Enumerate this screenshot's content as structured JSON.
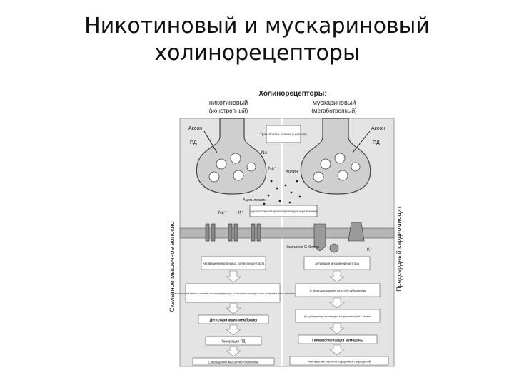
{
  "slide": {
    "title_line1": "Никотиновый и мускариновый",
    "title_line2": "холинорецепторы"
  },
  "diagram": {
    "header": "Холинорецепторы:",
    "left": {
      "type": "никотиновый",
      "subtype": "(ионотропный)",
      "axon": "Аксон",
      "ap": "ПД",
      "side_label": "Скелетное мышечное волокно",
      "na": "Na⁺",
      "k": "K⁺",
      "box_activation": "Активация никотиновых холинорецепторов",
      "box_open": "Через открытый канал в составе н-холинорецептора в постсинаптическую часть поступают ионы катионов",
      "box_depol": "Деполяризация мембраны",
      "box_ap": "Генерация ПД",
      "box_contract": "Сокращение мышечного волокна"
    },
    "right": {
      "type": "мускариновый",
      "subtype": "(метаботропный)",
      "axon": "Аксон",
      "ap": "ПД",
      "side_label": "Предсердный кардиомиоцит",
      "complex": "Комплекс G-белка",
      "k": "K⁺",
      "box_activation": "Активация м-холинорецептора",
      "box_gprotein": "G-белок диссоциирует на α- и βγ-субъединицы",
      "box_beta": "βγ-субъединицы активируют выпрямляющие K⁺ каналы",
      "box_hyper": "Гиперполяризация мембраны",
      "box_freq": "Уменьшение частоты сердечных сокращений"
    },
    "center": {
      "transporter": "Транспортер холина и катиона",
      "na_top": "Na⁺",
      "na_mid": "Na⁺",
      "choline": "Холин",
      "acetylcholine": "Ацетилхолин",
      "ache_box": "Ацетилхолинэстераза гидролизует ацетилхолин"
    }
  }
}
